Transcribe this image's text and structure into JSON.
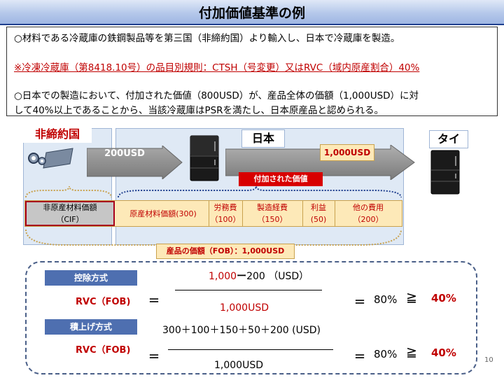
{
  "title": "付加価値基準の例",
  "info": {
    "line1": "○材料である冷蔵庫の鉄鋼製品等を第三国（非締約国）より輸入し、日本で冷蔵庫を製造。",
    "line2": "※冷凍冷蔵庫（第8418.10号）の品目別規則：CTSH（号変更）又はRVC（域内原産割合）40%",
    "line3a": "○日本での製造において、付加された価値（800USD）が、産品全体の価額（1,000USD）に対",
    "line3b": "して40%以上であることから、当該冷蔵庫はPSRを満たし、日本原産品と認められる。"
  },
  "diagram": {
    "non_party_label": "非締約国",
    "japan_label": "日本",
    "thai_label": "タイ",
    "import_value": "200USD",
    "product_value": "1,000USD",
    "added_value_label": "付加された価値",
    "product_price_label": "産品の価額（FOB）：1,000USD",
    "cost_cells": [
      {
        "line1": "非原産材料価額",
        "line2": "（CIF）"
      },
      {
        "line1": "原産材料価額(300)",
        "line2": ""
      },
      {
        "line1": "労務費",
        "line2": "（100）"
      },
      {
        "line1": "製造経費",
        "line2": "（150）"
      },
      {
        "line1": "利益",
        "line2": "(50)"
      },
      {
        "line1": "他の費用",
        "line2": "（200）"
      }
    ]
  },
  "calc": {
    "method1": "控除方式",
    "method2": "積上げ方式",
    "rvc_label": "RVC（FOB)",
    "eq": "＝",
    "m1_num_a": "1,000",
    "m1_num_op": "ー",
    "m1_num_b": "200 （USD）",
    "m1_den": "1,000USD",
    "m2_num": "300＋100＋150＋50＋200 (USD)",
    "m2_den": "1,000USD",
    "result_eq": "＝",
    "result_pct": "80%",
    "geq": "≧",
    "threshold": "40%"
  },
  "page_number": "10",
  "colors": {
    "accent_red": "#c00000",
    "title_border": "#1f3f8f",
    "method_blue": "#4e6fb0",
    "cost_bar": "#fde9b8"
  }
}
